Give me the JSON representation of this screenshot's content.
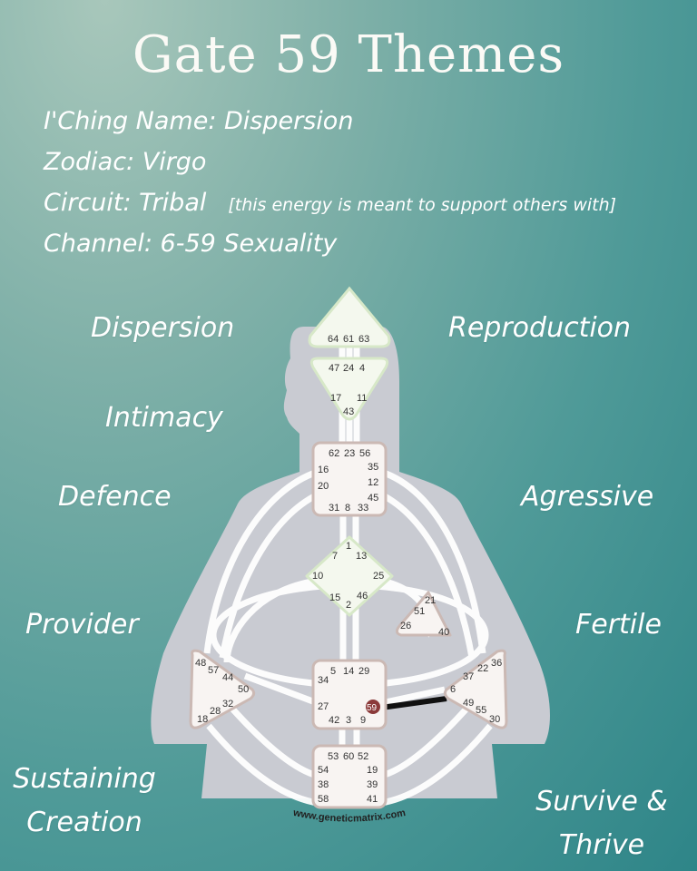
{
  "title": "Gate 59 Themes",
  "info": {
    "iching": "I'Ching Name: Dispersion",
    "zodiac": "Zodiac: Virgo",
    "circuit": "Circuit: Tribal",
    "circuit_note": "[this energy is meant to support others with]",
    "channel": "Channel: 6-59 Sexuality"
  },
  "themes": {
    "dispersion": "Dispersion",
    "reproduction": "Reproduction",
    "intimacy": "Intimacy",
    "defence": "Defence",
    "agressive": "Agressive",
    "provider": "Provider",
    "fertile": "Fertile",
    "sustaining_creation": "Sustaining Creation",
    "survive_thrive": "Survive & Thrive"
  },
  "bodygraph": {
    "highlighted_gate": "59",
    "watermark": "www.geneticmatrix.com",
    "colors": {
      "body": "#c9cbd2",
      "channel": "#ffffff",
      "active_gate": "#8b3a3a",
      "active_channel": "#111111"
    },
    "centers": {
      "head": [
        "64",
        "61",
        "63"
      ],
      "ajna": [
        "47",
        "24",
        "4",
        "17",
        "11",
        "43"
      ],
      "throat": [
        "62",
        "23",
        "56",
        "16",
        "35",
        "12",
        "20",
        "45",
        "31",
        "8",
        "33"
      ],
      "g": [
        "1",
        "7",
        "13",
        "10",
        "25",
        "15",
        "46",
        "2"
      ],
      "ego": [
        "21",
        "51",
        "26",
        "40"
      ],
      "sacral": [
        "5",
        "14",
        "29",
        "34",
        "27",
        "59",
        "42",
        "3",
        "9"
      ],
      "spleen": [
        "48",
        "57",
        "44",
        "50",
        "32",
        "28",
        "18"
      ],
      "solar_plexus": [
        "36",
        "22",
        "37",
        "6",
        "49",
        "55",
        "30"
      ],
      "root": [
        "53",
        "60",
        "52",
        "54",
        "19",
        "38",
        "39",
        "58",
        "41"
      ]
    }
  }
}
